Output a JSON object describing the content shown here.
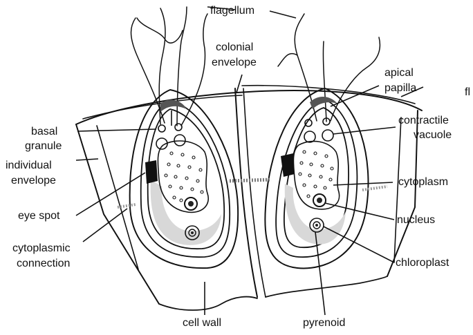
{
  "figure": {
    "labels": {
      "flagellum": "flagellum",
      "colonial_envelope": [
        "colonial",
        "envelope"
      ],
      "apical_papilla": [
        "apical",
        "papilla"
      ],
      "right_edge_fragment": "fl",
      "basal_granule": [
        "basal",
        "granule"
      ],
      "contractile_vacuole": [
        "contractile",
        "vacuole"
      ],
      "individual_envelope": [
        "individual",
        "envelope"
      ],
      "cytoplasm": "cytoplasm",
      "eye_spot": "eye spot",
      "nucleus": "nucleus",
      "cytoplasmic_connection": [
        "cytoplasmic",
        "connection"
      ],
      "chloroplast": "chloroplast",
      "cell_wall": "cell wall",
      "pyrenoid": "pyrenoid"
    }
  }
}
